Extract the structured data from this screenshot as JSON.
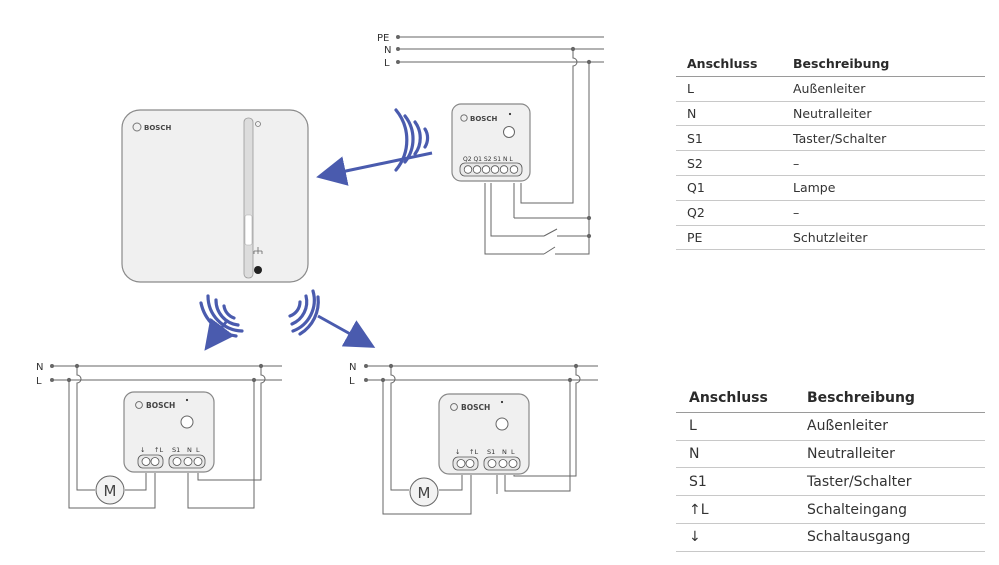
{
  "colors": {
    "accent_blue": "#4a5bae",
    "line_gray": "#666666",
    "device_fill": "#f0f0f0",
    "device_stroke": "#888888"
  },
  "hub": {
    "brand": "BOSCH"
  },
  "top_module": {
    "brand": "BOSCH",
    "terminals": "Q2 Q1 S2 S1  N  L",
    "lines": {
      "pe": "PE",
      "n": "N",
      "l": "L"
    }
  },
  "bottom_left": {
    "brand": "BOSCH",
    "terminal_labels": [
      "↓",
      "↑L",
      "S1",
      "N",
      "L"
    ],
    "lines": {
      "n": "N",
      "l": "L"
    },
    "motor": "M"
  },
  "bottom_right": {
    "brand": "BOSCH",
    "terminal_labels": [
      "↓",
      "↑L",
      "S1",
      "N",
      "L"
    ],
    "lines": {
      "n": "N",
      "l": "L"
    },
    "motor": "M"
  },
  "table1": {
    "headers": [
      "Anschluss",
      "Beschreibung"
    ],
    "rows": [
      [
        "L",
        "Außenleiter"
      ],
      [
        "N",
        "Neutralleiter"
      ],
      [
        "S1",
        "Taster/Schalter"
      ],
      [
        "S2",
        "–"
      ],
      [
        "Q1",
        "Lampe"
      ],
      [
        "Q2",
        "–"
      ],
      [
        "PE",
        "Schutzleiter"
      ]
    ]
  },
  "table2": {
    "headers": [
      "Anschluss",
      "Beschreibung"
    ],
    "rows": [
      [
        "L",
        "Außenleiter"
      ],
      [
        "N",
        "Neutralleiter"
      ],
      [
        "S1",
        "Taster/Schalter"
      ],
      [
        "↑L",
        "Schalteingang"
      ],
      [
        "↓",
        "Schaltausgang"
      ]
    ]
  }
}
